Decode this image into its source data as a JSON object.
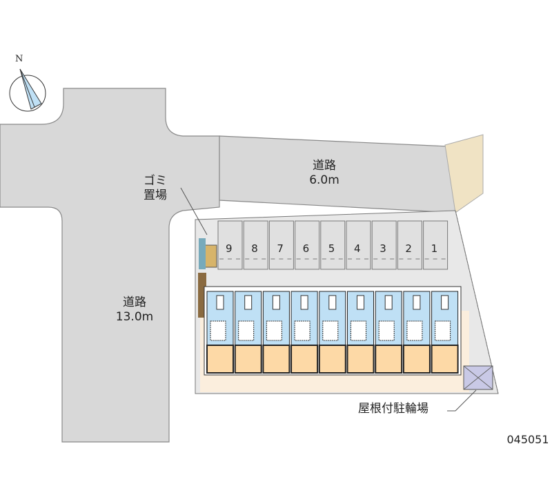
{
  "compass": {
    "north_label": "N"
  },
  "roads": [
    {
      "name": "道路",
      "width": "6.0m"
    },
    {
      "name": "道路",
      "width": "13.0m"
    }
  ],
  "labels": {
    "garbage": [
      "ゴミ",
      "置場"
    ],
    "bicycle_parking": "屋根付駐輪場"
  },
  "parking_spaces": [
    "9",
    "8",
    "7",
    "6",
    "5",
    "4",
    "3",
    "2",
    "1"
  ],
  "property_id": "045051",
  "colors": {
    "road": "#d8d8d8",
    "lot": "#e8e8e8",
    "unit_wet": "#bfe0f5",
    "unit_room": "#fdd9a6",
    "neighbor": "#f0e3c4"
  }
}
